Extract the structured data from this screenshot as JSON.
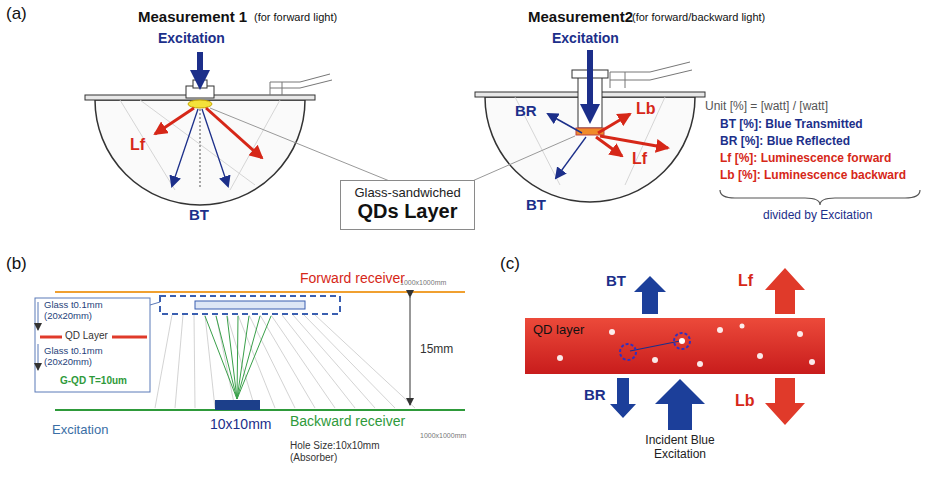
{
  "diagram": {
    "nodes": [
      {
        "text": [
          "Glass-sandwiched",
          "QDs Layer"
        ]
      },
      {
        "text": [
          "QD layer"
        ]
      }
    ],
    "labels": [
      "(a)",
      "Measurement 1",
      "(for forward light)",
      "Measurement2",
      "(for forward/backward light)",
      "Excitation",
      "Excitation",
      "Lf",
      "BT",
      "BR",
      "Lb",
      "BT",
      "Lf",
      "Unit [%] = [watt] / [watt]",
      "BT [%]: Blue Transmitted",
      "BR [%]: Blue Reflected",
      "Lf [%]: Luminescence forward",
      "Lb [%]: Luminescence backward",
      "divided by Excitation",
      "(b)",
      "1000x1000mm",
      "Forward receiver",
      "Glass t0.1mm (20x20mm)",
      "QD Layer",
      "Glass t0.1mm (20x20mm)",
      "G-QD T=10um",
      "15mm",
      "Excitation",
      "10x10mm",
      "Backward receiver",
      "1000x1000mm",
      "Hole Size:10x10mm (Absorber)",
      "(c)",
      "BT",
      "Lf",
      "BR",
      "Lb",
      "Incident Blue Excitation"
    ]
  }
}
